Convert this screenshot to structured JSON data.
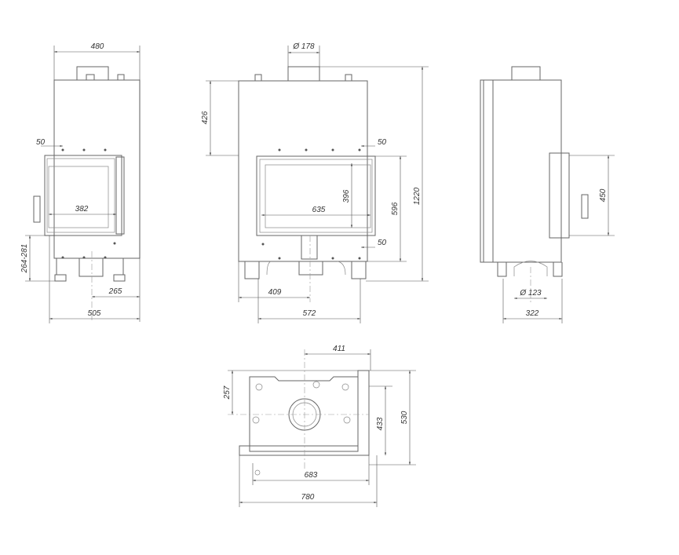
{
  "left_view": {
    "width_top": "480",
    "offset_50": "50",
    "glass_width": "382",
    "leg_height": "264-281",
    "outlet_offset": "265",
    "total_depth": "505"
  },
  "front_view": {
    "flue_diameter": "Ø 178",
    "top_height": "426",
    "glass_height": "396",
    "glass_width": "635",
    "door_height": "596",
    "total_height": "1220",
    "offset_top": "50",
    "offset_bottom": "50",
    "outlet_offset": "409",
    "legs_span": "572"
  },
  "right_view": {
    "side_height": "450",
    "air_diameter": "Ø 123",
    "depth": "322"
  },
  "top_view": {
    "flue_offset": "411",
    "flue_depth": "257",
    "inner_depth": "433",
    "total_depth": "530",
    "inner_width": "683",
    "total_width": "780"
  }
}
